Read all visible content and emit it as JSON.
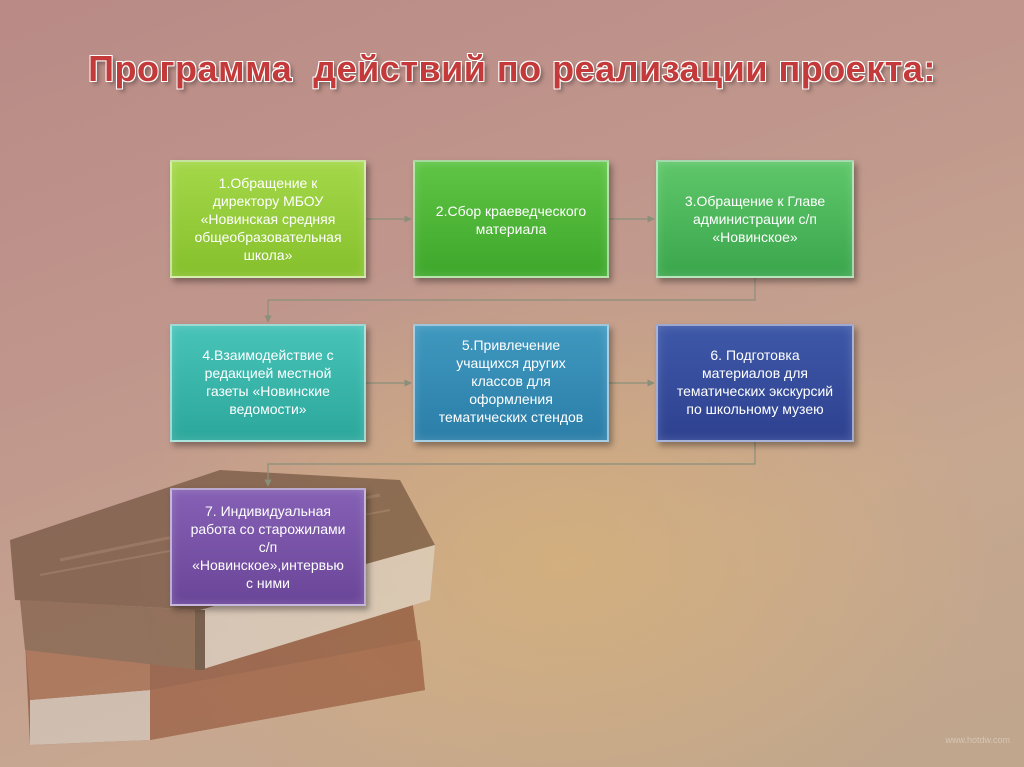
{
  "title": "Программа  действий по реализации проекта:",
  "steps": [
    {
      "text": "1.Обращение к\nдиректору МБОУ\n«Новинская средняя\nобщеобразовательная\nшкола»"
    },
    {
      "text": "2.Сбор краеведческого\nматериала"
    },
    {
      "text": "3.Обращение к Главе\nадминистрации с/п\n«Новинское»"
    },
    {
      "text": "4.Взаимодействие с\nредакцией местной\nгазеты «Новинские\nведомости»"
    },
    {
      "text": "5.Привлечение\nучащихся других\nклассов для\nоформления\nтематических стендов"
    },
    {
      "text": "6. Подготовка\nматериалов для\nтематических экскурсий\nпо школьному музею"
    },
    {
      "text": "7. Индивидуальная\nработа со старожилами\nс/п\n«Новинское»,интервью\nс ними"
    }
  ],
  "watermark": "www.hotdw.com",
  "colors": {
    "title": "#c43a3a",
    "step1": "#94cc3a",
    "step2": "#4db638",
    "step3": "#4ab55b",
    "step4": "#3ab5aa",
    "step5": "#358bb3",
    "step6": "#364d9c",
    "step7": "#7853a6"
  }
}
